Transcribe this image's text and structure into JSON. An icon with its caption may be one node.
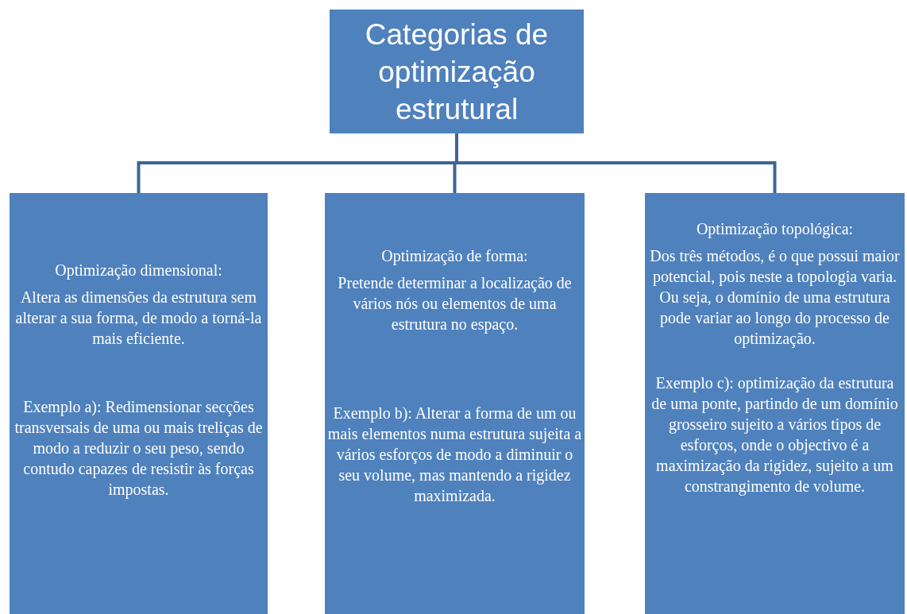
{
  "diagram": {
    "nodes": [
      {
        "text": [
          "Categorias de optimização estrutural"
        ]
      },
      {
        "text": [
          "Optimização dimensional:",
          "Altera as dimensões da estrutura sem alterar a sua forma, de modo a torná-la mais eficiente.",
          "Exemplo a): Redimensionar secções transversais de uma ou mais treliças de modo a reduzir o seu peso, sendo contudo capazes de resistir às forças impostas."
        ]
      },
      {
        "text": [
          "Optimização de forma:",
          "Pretende determinar a localização de  vários nós ou elementos de uma estrutura no espaço.",
          "Exemplo b): Alterar a forma de um ou mais elementos numa estrutura sujeita a vários esforços  de modo a diminuir o seu volume, mas mantendo a rigidez maximizada."
        ]
      },
      {
        "text": [
          "Optimização topológica:",
          "Dos três métodos, é o que possui maior potencial, pois neste a topologia varia. Ou seja, o domínio de uma estrutura pode variar ao longo do processo de optimização.",
          "Exemplo c): optimização da estrutura de uma ponte, partindo de um domínio grosseiro sujeito a vários tipos de esforços, onde o objectivo  é a maximização da rigidez, sujeito a um constrangimento de volume."
        ]
      }
    ],
    "edges": [
      {
        "from": 0,
        "to": 1,
        "arrow": "none"
      },
      {
        "from": 0,
        "to": 2,
        "arrow": "none"
      },
      {
        "from": 0,
        "to": 3,
        "arrow": "none"
      }
    ]
  }
}
